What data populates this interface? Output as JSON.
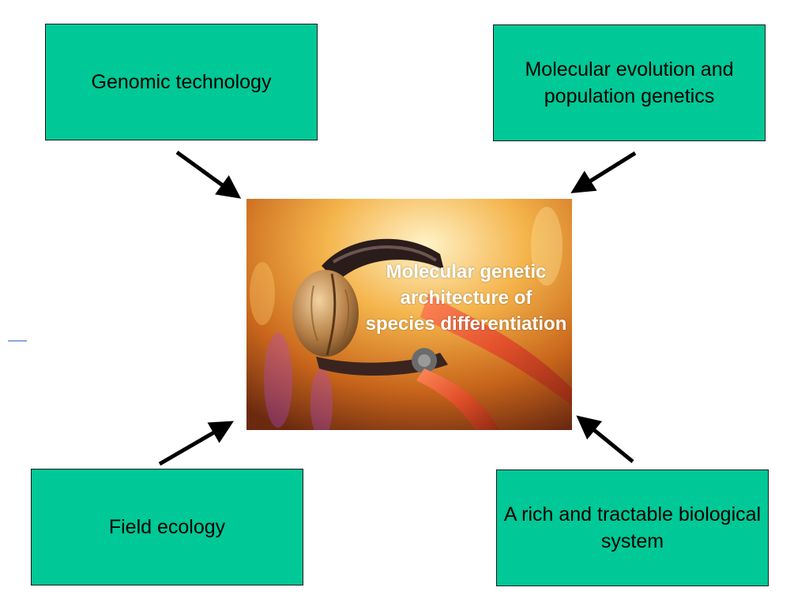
{
  "diagram": {
    "nodes": {
      "top_left": "Genomic technology",
      "top_right": "Molecular evolution and population genetics",
      "bottom_left": "Field ecology",
      "bottom_right": "A rich and tractable biological system",
      "center": "Molecular genetic architecture of species differentiation"
    },
    "colors": {
      "box_fill": "#00c896",
      "box_border": "#1a1a1a",
      "arrow": "#000000",
      "center_text": "#ffffff"
    },
    "center_image": "walnut-in-pliers photo",
    "arrows": [
      "top_left -> center",
      "top_right -> center",
      "bottom_left -> center",
      "bottom_right -> center"
    ]
  }
}
